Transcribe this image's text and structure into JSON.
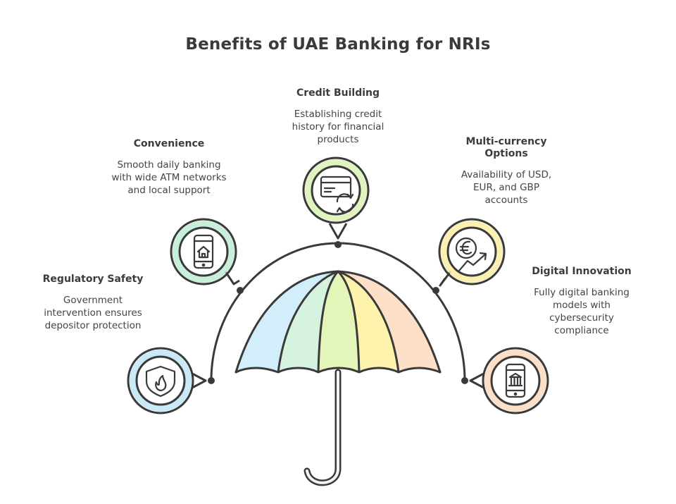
{
  "title": "Benefits of UAE Banking for NRIs",
  "items": [
    {
      "title": "Regulatory Safety",
      "description": "Government intervention ensures depositor protection",
      "icon": "shield-flame-icon",
      "color": "#bfe5f5"
    },
    {
      "title": "Convenience",
      "description": "Smooth daily banking with wide ATM networks and local support",
      "icon": "mobile-home-icon",
      "color": "#bdecd2"
    },
    {
      "title": "Credit Building",
      "description": "Establishing credit history for financial products",
      "icon": "credit-card-refresh-icon",
      "color": "#d9f2b4"
    },
    {
      "title": "Multi-currency Options",
      "description": "Availability of USD, EUR, and GBP accounts",
      "icon": "currency-growth-icon",
      "color": "#fbeda3"
    },
    {
      "title": "Digital Innovation",
      "description": "Fully digital banking models with cybersecurity compliance",
      "icon": "mobile-bank-icon",
      "color": "#fbd9bd"
    }
  ],
  "umbrella_colors": [
    "#d3eefb",
    "#d6f3df",
    "#e3f5b9",
    "#fdf3ad",
    "#fde0c8"
  ],
  "line_color": "#3a3a3a"
}
